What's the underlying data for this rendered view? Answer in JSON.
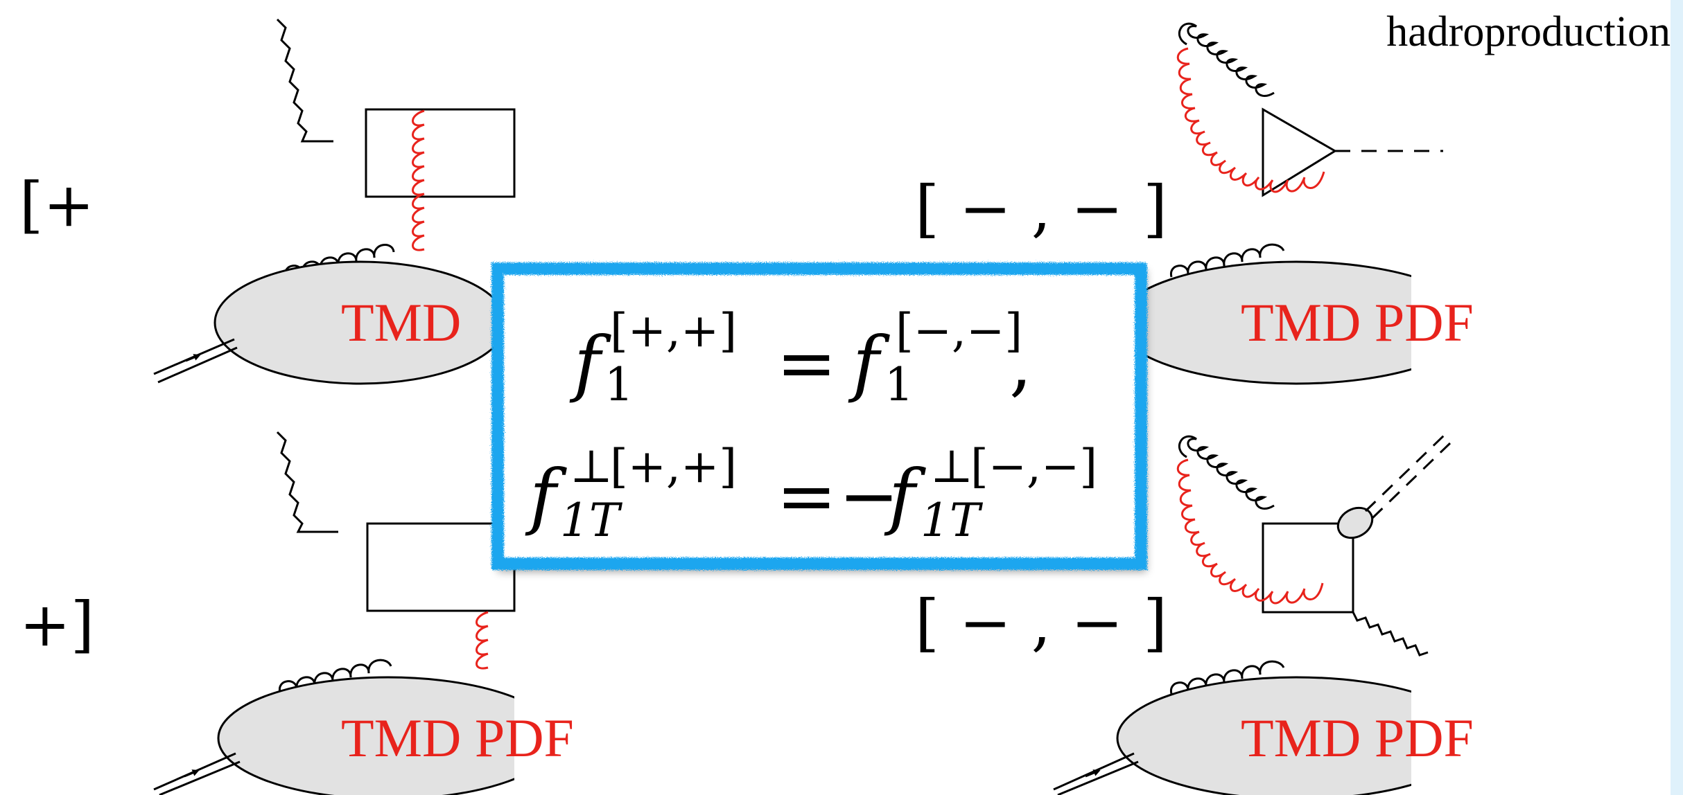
{
  "labels": {
    "process": "hadroproduction",
    "left_bracket_top": "[+",
    "left_bracket_bottom": "+]",
    "right_bracket_top": "[ − , − ]",
    "right_bracket_bottom": "[ − , − ]",
    "blob_top_left": "TMD",
    "blob_top_right": "TMD PDF",
    "blob_bottom_left": "TMD PDF",
    "blob_bottom_right": "TMD PDF"
  },
  "equations": {
    "f": "f",
    "sub_1": "1",
    "sub_1T": "1T",
    "sup_pp": "[+,+]",
    "sup_mm": "[−,−]",
    "perp": "⊥",
    "eq": "=",
    "minus": "−",
    "comma": ","
  },
  "colors": {
    "gluon_red": "#e8231c",
    "tmd_text": "#e8231c",
    "frame_blue": "#1ea6ef",
    "blob_fill": "#e2e2e2",
    "ink": "#000000"
  }
}
